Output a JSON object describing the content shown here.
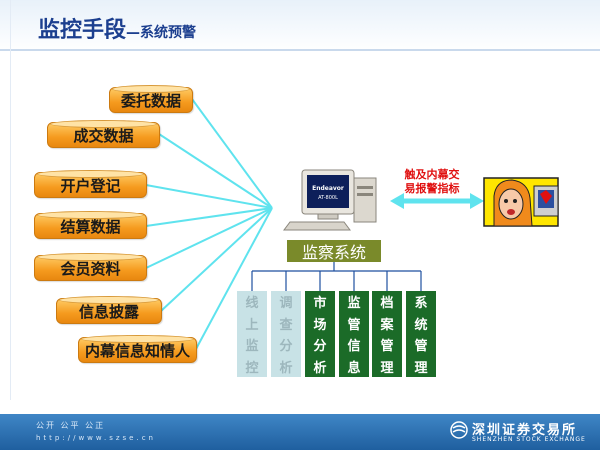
{
  "title": {
    "main": "监控手段",
    "sub": "—系统预警"
  },
  "sources": [
    "委托数据",
    "成交数据",
    "开户登记",
    "结算数据",
    "会员资料",
    "信息披露",
    "内幕信息知情人"
  ],
  "monitor": {
    "label": "监察系统"
  },
  "computer": {
    "brand": "Endeavor",
    "model": "AT-800L"
  },
  "subsystems": [
    {
      "chars": [
        "线",
        "上",
        "监",
        "控"
      ],
      "style": "light"
    },
    {
      "chars": [
        "调",
        "查",
        "分",
        "析"
      ],
      "style": "light"
    },
    {
      "chars": [
        "市",
        "场",
        "分",
        "析"
      ],
      "style": "dark"
    },
    {
      "chars": [
        "监",
        "管",
        "信",
        "息"
      ],
      "style": "dark"
    },
    {
      "chars": [
        "档",
        "案",
        "管",
        "理"
      ],
      "style": "dark"
    },
    {
      "chars": [
        "系",
        "统",
        "管",
        "理"
      ],
      "style": "dark"
    }
  ],
  "alert": {
    "line1": "触及内幕交",
    "line2": "易报警指标"
  },
  "footer": {
    "slogan": "公开 公平 公正",
    "url": "http://www.szse.cn",
    "org": "深圳证券交易所",
    "org_en": "SHENZHEN STOCK EXCHANGE"
  },
  "colors": {
    "title": "#1c3f8f",
    "source_fill": "#f59a1e",
    "connector": "#5fe3ee",
    "monitor_fill": "#7a8a2a",
    "subsystem_dark": "#1b6b28",
    "subsystem_light": "#c8e2e6",
    "alert_text": "#e01010",
    "footer": "#2f74b6"
  }
}
